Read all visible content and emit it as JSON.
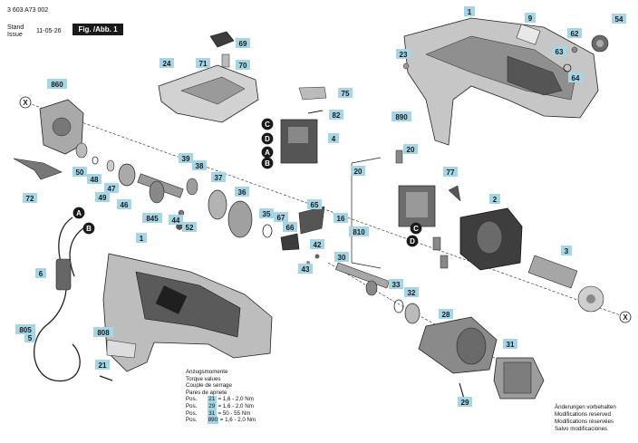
{
  "header": {
    "doc_number": "3 603 A73 002",
    "stand_label": "Stand",
    "issue_label": "Issue",
    "date": "11-05-26",
    "figure_label": "Fig. /Abb. 1"
  },
  "callouts": [
    {
      "id": "c1a",
      "label": "1"
    },
    {
      "id": "c9",
      "label": "9"
    },
    {
      "id": "c54",
      "label": "54"
    },
    {
      "id": "c69",
      "label": "69"
    },
    {
      "id": "c62",
      "label": "62"
    },
    {
      "id": "c71",
      "label": "71"
    },
    {
      "id": "c70",
      "label": "70"
    },
    {
      "id": "c23",
      "label": "23"
    },
    {
      "id": "c63",
      "label": "63"
    },
    {
      "id": "c64",
      "label": "64"
    },
    {
      "id": "c24",
      "label": "24"
    },
    {
      "id": "c860",
      "label": "860"
    },
    {
      "id": "c75",
      "label": "75"
    },
    {
      "id": "c82",
      "label": "82"
    },
    {
      "id": "c890",
      "label": "890"
    },
    {
      "id": "c4",
      "label": "4"
    },
    {
      "id": "c20a",
      "label": "20"
    },
    {
      "id": "c50",
      "label": "50"
    },
    {
      "id": "c39",
      "label": "39"
    },
    {
      "id": "c38",
      "label": "38"
    },
    {
      "id": "c77",
      "label": "77"
    },
    {
      "id": "c20b",
      "label": "20"
    },
    {
      "id": "c48",
      "label": "48"
    },
    {
      "id": "c47",
      "label": "47"
    },
    {
      "id": "c49",
      "label": "49"
    },
    {
      "id": "c37",
      "label": "37"
    },
    {
      "id": "c72",
      "label": "72"
    },
    {
      "id": "c46",
      "label": "46"
    },
    {
      "id": "c36",
      "label": "36"
    },
    {
      "id": "c65",
      "label": "65"
    },
    {
      "id": "c2",
      "label": "2"
    },
    {
      "id": "c16",
      "label": "16"
    },
    {
      "id": "c44",
      "label": "44"
    },
    {
      "id": "c845",
      "label": "845"
    },
    {
      "id": "c35",
      "label": "35"
    },
    {
      "id": "c67",
      "label": "67"
    },
    {
      "id": "c66",
      "label": "66"
    },
    {
      "id": "c52",
      "label": "52"
    },
    {
      "id": "c810",
      "label": "810"
    },
    {
      "id": "c1b",
      "label": "1"
    },
    {
      "id": "c42",
      "label": "42"
    },
    {
      "id": "c3",
      "label": "3"
    },
    {
      "id": "c43",
      "label": "43"
    },
    {
      "id": "c30",
      "label": "30"
    },
    {
      "id": "c6",
      "label": "6"
    },
    {
      "id": "c33",
      "label": "33"
    },
    {
      "id": "c32",
      "label": "32"
    },
    {
      "id": "c28",
      "label": "28"
    },
    {
      "id": "c805",
      "label": "805"
    },
    {
      "id": "c5",
      "label": "5"
    },
    {
      "id": "c808",
      "label": "808"
    },
    {
      "id": "c31",
      "label": "31"
    },
    {
      "id": "c21",
      "label": "21"
    },
    {
      "id": "c29",
      "label": "29"
    }
  ],
  "markers": [
    {
      "id": "mC1",
      "label": "C"
    },
    {
      "id": "mD1",
      "label": "D"
    },
    {
      "id": "mA1",
      "label": "A"
    },
    {
      "id": "mB1",
      "label": "B"
    },
    {
      "id": "mC2",
      "label": "C"
    },
    {
      "id": "mD2",
      "label": "D"
    },
    {
      "id": "mA2",
      "label": "A"
    },
    {
      "id": "mB2",
      "label": "B"
    },
    {
      "id": "mX1",
      "label": "X"
    },
    {
      "id": "mX2",
      "label": "X"
    }
  ],
  "torque": {
    "title_de": "Anzugsmomente",
    "title_en": "Torque values",
    "title_fr": "Couple de serrage",
    "title_es": "Pares de apriete",
    "pos_label": "Pos.",
    "rows": [
      {
        "pos": "21",
        "value": "= 1,6 - 2,0 Nm"
      },
      {
        "pos": "29",
        "value": "= 1,6 - 2,0 Nm"
      },
      {
        "pos": "31",
        "value": "= 50 - 55 Nm"
      },
      {
        "pos": "890",
        "value": "= 1,6 - 2,0 Nm"
      }
    ]
  },
  "notes": {
    "de": "Änderungen vorbehalten",
    "en": "Modifications reserved",
    "fr": "Modifications réservées",
    "es": "Salvo modificaciones"
  },
  "colors": {
    "callout_fill": "#a6d6e6",
    "ink": "#1a1a1a",
    "part_fill": "#bdbdbd",
    "dark_part": "#4a4a4a"
  }
}
